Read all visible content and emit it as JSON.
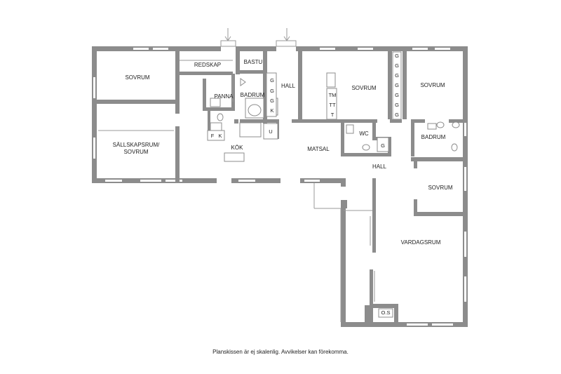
{
  "rooms": {
    "sovrum_1": "SOVRUM",
    "redskap": "REDSKAP",
    "bastu": "BASTU",
    "panna": "PANNA",
    "badrum_1": "BADRUM",
    "hall_1": "HALL",
    "sovrum_2": "SOVRUM",
    "sovrum_3": "SOVRUM",
    "sallskapsrum_line1": "SÄLLSKAPSRUM/",
    "sallskapsrum_line2": "SOVRUM",
    "kok": "KÖK",
    "matsal": "MATSAL",
    "wc": "WC",
    "badrum_2": "BADRUM",
    "hall_2": "HALL",
    "sovrum_4": "SOVRUM",
    "vardagsrum": "VARDAGSRUM"
  },
  "fixtures": {
    "g": "G",
    "k": "K",
    "tm": "TM",
    "tt": "TT",
    "t": "T",
    "f": "F",
    "u": "U",
    "os": "O.S"
  },
  "footer": {
    "disclaimer": "Planskissen är ej skalenlig. Avvikelser kan förekomma."
  }
}
